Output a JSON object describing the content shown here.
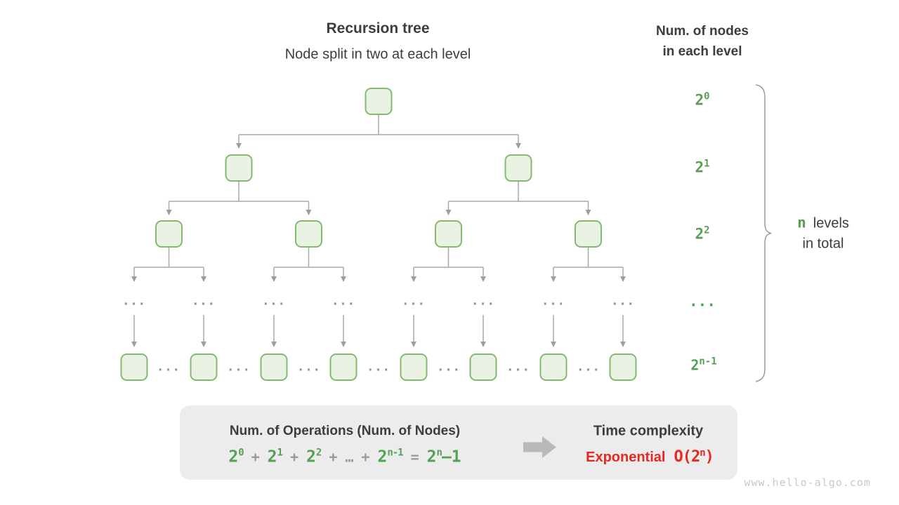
{
  "page": {
    "title": "Recursion tree",
    "subtitle": "Node split in two at each level"
  },
  "right_header": {
    "line1": "Num. of nodes",
    "line2": "in each level"
  },
  "level_labels": [
    {
      "base": "2",
      "sup": "0"
    },
    {
      "base": "2",
      "sup": "1"
    },
    {
      "base": "2",
      "sup": "2"
    },
    {
      "base": "...",
      "sup": ""
    },
    {
      "base": "2",
      "sup": "n-1"
    }
  ],
  "tree": {
    "ellipsis": "..."
  },
  "brace_annotation": {
    "n": "n",
    "levels_word": "levels",
    "line2": "in total"
  },
  "summary_box": {
    "left_title": "Num. of Operations (Num. of Nodes)",
    "formula": [
      {
        "text": "2",
        "sup": "0"
      },
      {
        "text": "+"
      },
      {
        "text": "2",
        "sup": "1"
      },
      {
        "text": "+"
      },
      {
        "text": "2",
        "sup": "2"
      },
      {
        "text": "+"
      },
      {
        "text": "…"
      },
      {
        "text": "+"
      },
      {
        "text": "2",
        "sup": "n-1"
      },
      {
        "text": "="
      },
      {
        "text": "2",
        "sup": "n",
        "tail": "–1"
      }
    ],
    "right_title": "Time complexity",
    "complexity": {
      "word": "Exponential",
      "big_o": {
        "text": "O(2",
        "sup": "n",
        "tail": ")"
      }
    }
  },
  "watermark": "www.hello-algo.com",
  "colors": {
    "green": "#55a055",
    "node-fill": "#e9f2e3",
    "node-border": "#83ba71",
    "line-gray": "#a8a8a8",
    "text-dark": "#3d3d3d",
    "red": "#e8281e",
    "box-bg": "#ececec",
    "dots-gray": "#8f8f8f",
    "arrow-gray": "#b9b9b9",
    "watermark-gray": "#cacaca"
  }
}
